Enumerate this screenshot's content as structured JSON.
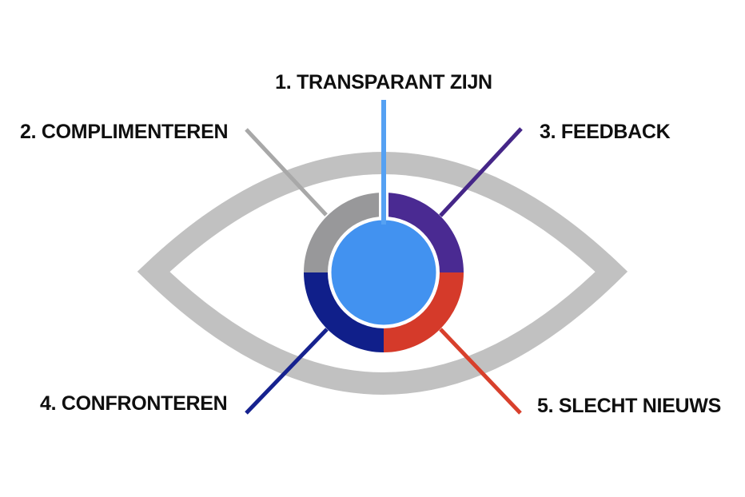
{
  "diagram": {
    "labels": [
      {
        "num": "1",
        "text": "1. TRANSPARANT ZIJN",
        "position": "top",
        "points_to": "pupil",
        "line_color": "#55a1f3"
      },
      {
        "num": "2",
        "text": "2. COMPLIMENTEREN",
        "position": "upper-left",
        "points_to": "gray-segment",
        "line_color": "#a8a8a8"
      },
      {
        "num": "3",
        "text": "3. FEEDBACK",
        "position": "upper-right",
        "points_to": "purple-segment",
        "line_color": "#452688"
      },
      {
        "num": "4",
        "text": "4. CONFRONTEREN",
        "position": "lower-left",
        "points_to": "navy-segment",
        "line_color": "#16228f"
      },
      {
        "num": "5",
        "text": "5. SLECHT NIEUWS",
        "position": "lower-right",
        "points_to": "red-segment",
        "line_color": "#d8402c"
      }
    ],
    "colors": {
      "background": "#ffffff",
      "eye_outline": "#c1c1c1",
      "segment_gray": "#98989a",
      "segment_purple": "#4a2a92",
      "segment_red": "#d53a2a",
      "segment_navy": "#101f8a",
      "pupil_blue": "#4292f0",
      "pupil_border": "#ffffff",
      "line_blue": "#55a1f3",
      "line_gray": "#a8a8a8",
      "line_purple": "#452688",
      "line_navy": "#16228f",
      "line_red": "#d8402c",
      "label_text": "#0f0f0f"
    }
  }
}
